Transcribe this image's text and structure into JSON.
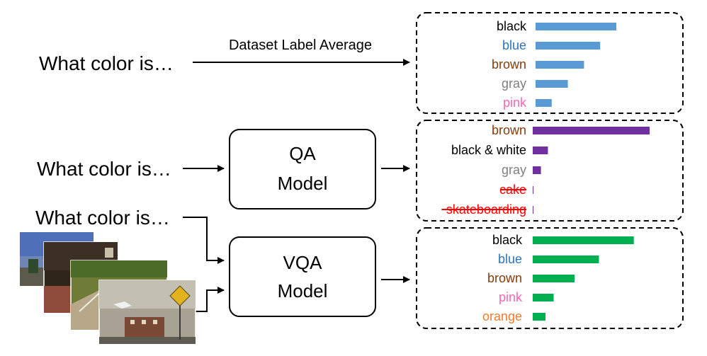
{
  "row1": {
    "question": "What color is…",
    "arrow_label": "Dataset Label Average"
  },
  "row2": {
    "question": "What color is…",
    "model_line1": "QA",
    "model_line2": "Model"
  },
  "row3": {
    "question": "What color is…",
    "model_line1": "VQA",
    "model_line2": "Model"
  },
  "colors": {
    "bars_dataset": "#5b9bd5",
    "bars_qa": "#7030a0",
    "bars_vqa": "#00b050",
    "label_black": "#000000",
    "label_blue": "#2e75b6",
    "label_brown": "#843c0c",
    "label_gray": "#7f7f7f",
    "label_pink": "#ff66b3",
    "label_orange": "#ed7d31",
    "label_struck": "#ff0000"
  },
  "chart_data": [
    {
      "type": "bar",
      "orientation": "horizontal",
      "categories": [
        "black",
        "blue",
        "brown",
        "gray",
        "pink"
      ],
      "values": [
        0.75,
        0.6,
        0.45,
        0.3,
        0.15
      ],
      "xlim": [
        0,
        1
      ],
      "label_colors": [
        "#000000",
        "#2e75b6",
        "#843c0c",
        "#7f7f7f",
        "#ff66b3"
      ],
      "bar_color": "#5b9bd5",
      "struck": [
        false,
        false,
        false,
        false,
        false
      ]
    },
    {
      "type": "bar",
      "orientation": "horizontal",
      "categories": [
        "brown",
        "black & white",
        "gray",
        "cake",
        "skateboarding"
      ],
      "values": [
        1.0,
        0.13,
        0.07,
        0.005,
        0.005
      ],
      "xlim": [
        0,
        1
      ],
      "label_colors": [
        "#843c0c",
        "#000000",
        "#7f7f7f",
        "#ff0000",
        "#ff0000"
      ],
      "bar_color": "#7030a0",
      "struck": [
        false,
        false,
        false,
        true,
        true
      ]
    },
    {
      "type": "bar",
      "orientation": "horizontal",
      "categories": [
        "black",
        "blue",
        "brown",
        "pink",
        "orange"
      ],
      "values": [
        0.87,
        0.57,
        0.36,
        0.18,
        0.11
      ],
      "xlim": [
        0,
        1
      ],
      "label_colors": [
        "#000000",
        "#2e75b6",
        "#843c0c",
        "#ff66b3",
        "#ed7d31"
      ],
      "bar_color": "#00b050",
      "struck": [
        false,
        false,
        false,
        false,
        false
      ]
    }
  ]
}
